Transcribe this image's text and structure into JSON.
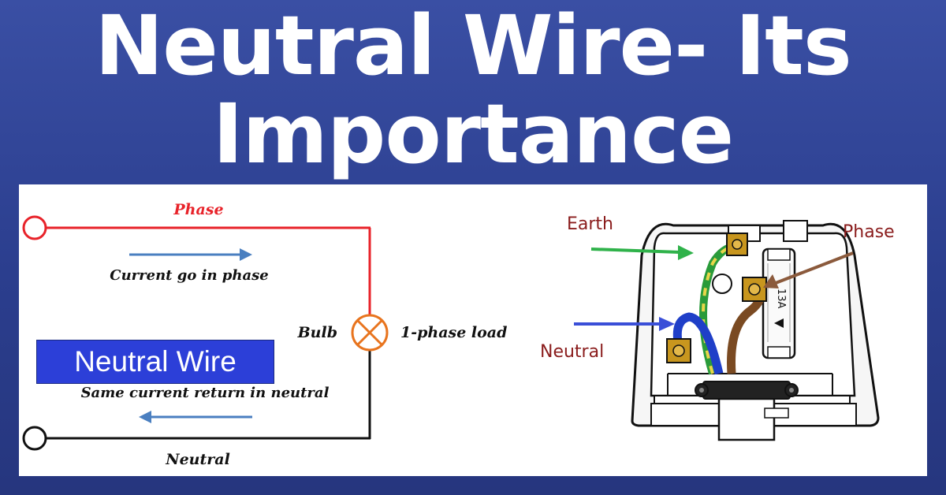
{
  "title": {
    "line1": "Neutral Wire- Its",
    "line2": "Importance"
  },
  "circuit": {
    "phase_label": "Phase",
    "current_in_label": "Current go in phase",
    "bulb_label": "Bulb",
    "load_label": "1-phase load",
    "neutral_wire_box": "Neutral Wire",
    "return_label": "Same current return in neutral",
    "neutral_label": "Neutral"
  },
  "plug": {
    "earth_label": "Earth",
    "phase_label": "Phase",
    "neutral_label": "Neutral",
    "fuse_rating": "13A"
  },
  "colors": {
    "phase_wire": "#e8232a",
    "neutral_wire": "#111111",
    "current_arrow": "#4a7fc0",
    "bulb": "#e8741e",
    "earth_arrow": "#2fb24a",
    "neutral_arrow": "#3a4fd8",
    "phase_arrow": "#8b5a3c",
    "plug_label": "#8a1c1c",
    "box": "#2c3fd8"
  }
}
